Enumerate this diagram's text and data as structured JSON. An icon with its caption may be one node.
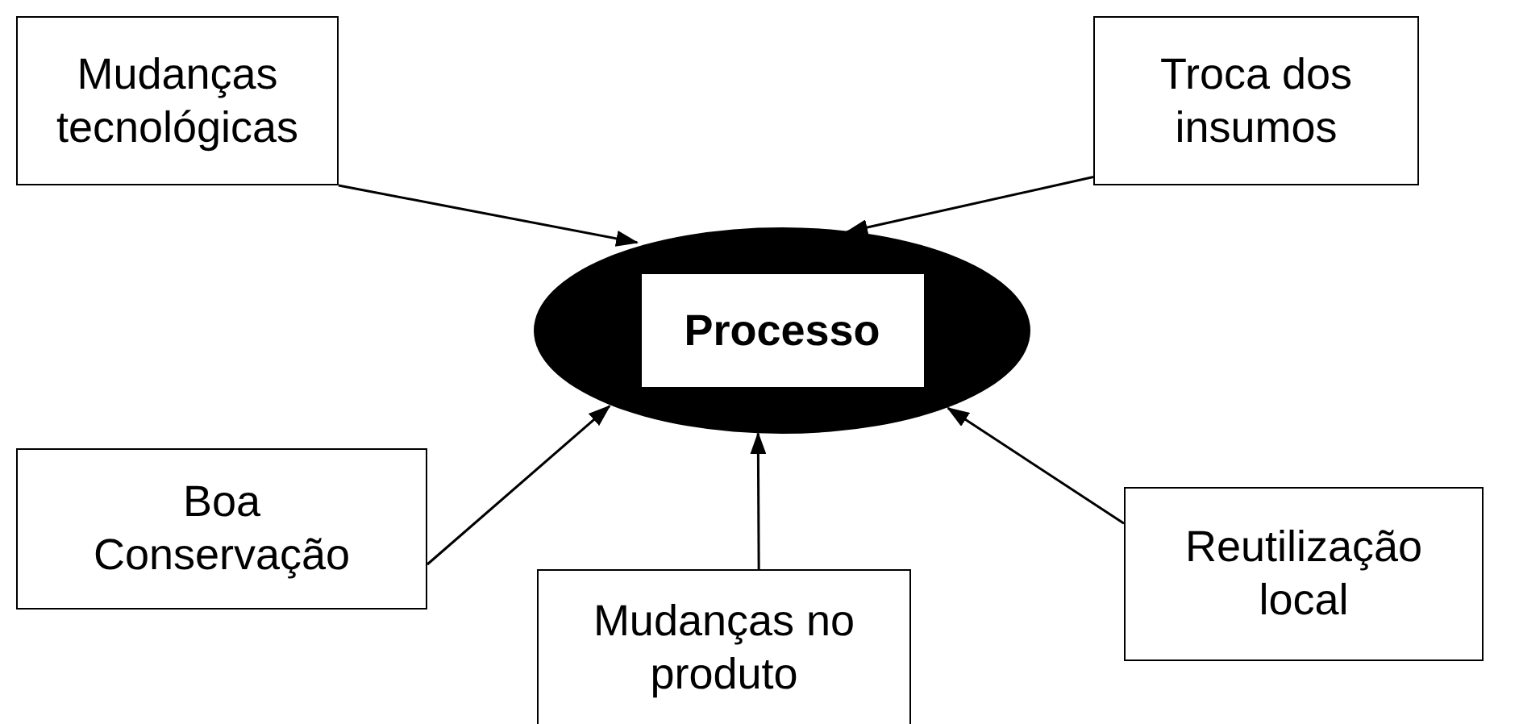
{
  "diagram": {
    "nodes": [
      {
        "text": [
          "Mudanças tecnológicas"
        ]
      },
      {
        "text": [
          "Troca dos insumos"
        ]
      },
      {
        "text": [
          "Processo"
        ]
      },
      {
        "text": [
          "Boa Conservação"
        ]
      },
      {
        "text": [
          "Mudanças no produto"
        ]
      },
      {
        "text": [
          "Reutilização local"
        ]
      }
    ],
    "edges": [
      {
        "from": 0,
        "to": 2,
        "arrow": "to"
      },
      {
        "from": 1,
        "to": 2,
        "arrow": "to"
      },
      {
        "from": 3,
        "to": 2,
        "arrow": "to"
      },
      {
        "from": 4,
        "to": 2,
        "arrow": "to"
      },
      {
        "from": 5,
        "to": 2,
        "arrow": "to"
      }
    ]
  }
}
